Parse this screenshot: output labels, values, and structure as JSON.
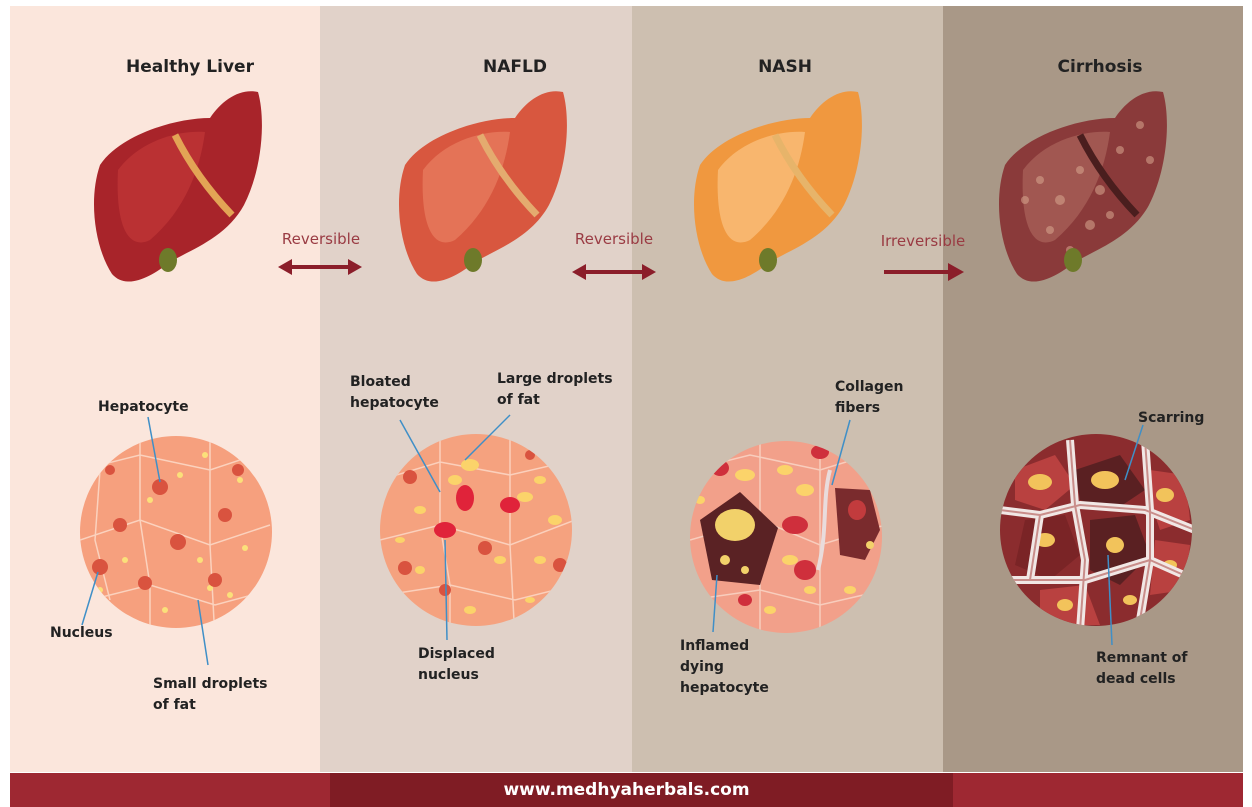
{
  "stages": [
    {
      "title": "Healthy Liver",
      "color": "#fbe6dc"
    },
    {
      "title": "NAFLD",
      "color": "#e1d2c9"
    },
    {
      "title": "NASH",
      "color": "#cdbfb0"
    },
    {
      "title": "Cirrhosis",
      "color": "#a99887"
    }
  ],
  "transitions": [
    {
      "label": "Reversible",
      "type": "double-arrow"
    },
    {
      "label": "Reversible",
      "type": "double-arrow"
    },
    {
      "label": "Irreversible",
      "type": "single-arrow"
    }
  ],
  "callouts": {
    "healthy": {
      "hepatocyte": "Hepatocyte",
      "nucleus": "Nucleus",
      "small_droplets": "Small droplets\nof fat"
    },
    "nafld": {
      "bloated": "Bloated\nhepatocyte",
      "large_droplets": "Large droplets\nof fat",
      "displaced": "Displaced\nnucleus"
    },
    "nash": {
      "collagen": "Collagen\nfibers",
      "inflamed": "Inflamed\ndying\nhepatocyte"
    },
    "cirrhosis": {
      "scarring": "Scarring",
      "remnant": "Remnant of\ndead cells"
    }
  },
  "footer": {
    "url": "www.medhyaherbals.com"
  },
  "colors": {
    "arrow": "#8b1e2a",
    "label": "#9a3b43",
    "footer": "#9e2832"
  }
}
